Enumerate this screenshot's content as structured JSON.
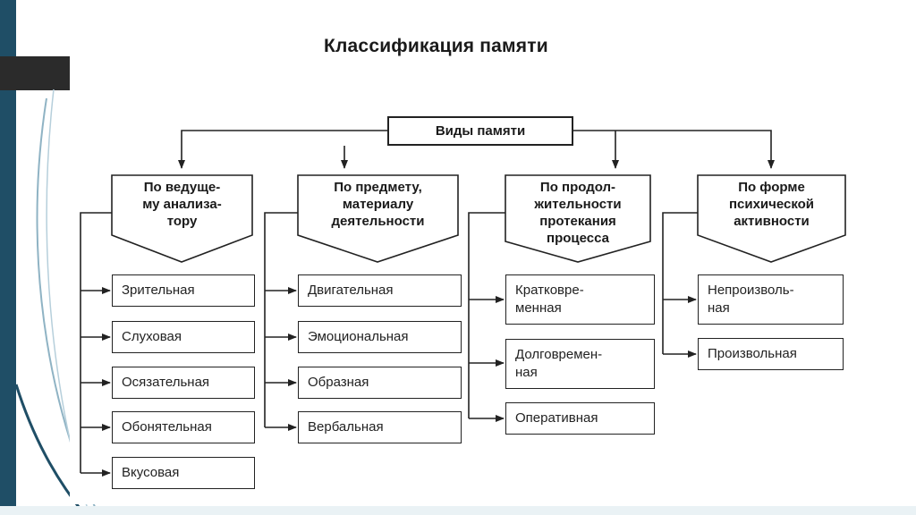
{
  "title": "Классификация памяти",
  "root": "Виды памяти",
  "categories": [
    {
      "label": "По ведуще-\nму анализа-\nтору",
      "items": [
        "Зрительная",
        "Слуховая",
        "Осязательная",
        "Обонятельная",
        "Вкусовая"
      ]
    },
    {
      "label": "По предмету,\nматериалу\nдеятельности",
      "items": [
        "Двигательная",
        "Эмоциональная",
        "Образная",
        "Вербальная"
      ]
    },
    {
      "label": "По продол-\nжительности\nпротекания\nпроцесса",
      "items": [
        "Кратковре-\nменная",
        "Долговремен-\nная",
        "Оперативная"
      ]
    },
    {
      "label": "По форме\nпсихической\nактивности",
      "items": [
        "Непроизволь-\nная",
        "Произвольная"
      ]
    }
  ]
}
